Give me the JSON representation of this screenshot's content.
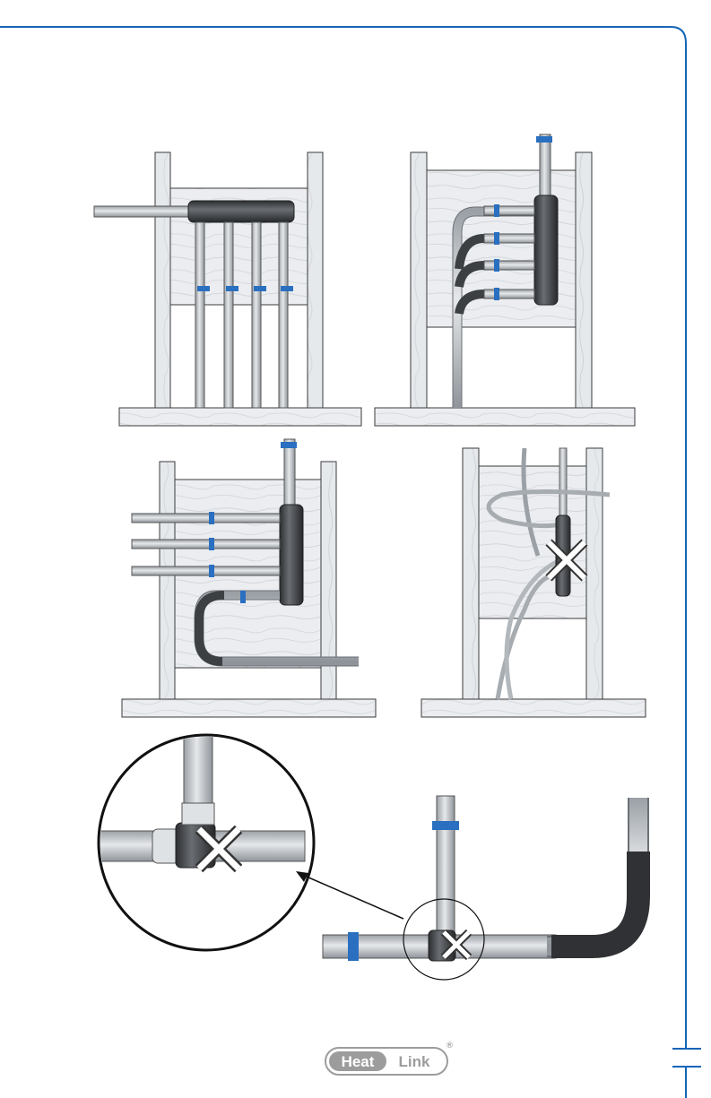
{
  "page": {
    "accent_color": "#1565b6",
    "clip_color": "#2a6fc0",
    "pipe_color": "#c8ccd0",
    "manifold_color": "#3f4246",
    "wood_color": "#e9ecef"
  },
  "figures": [
    {
      "name": "figure-manifold-horizontal-four-drops",
      "icon": "manifold-horizontal-illustration"
    },
    {
      "name": "figure-manifold-vertical-bent-lines",
      "icon": "manifold-vertical-illustration"
    },
    {
      "name": "figure-manifold-vertical-return-loop",
      "icon": "manifold-return-loop-illustration"
    },
    {
      "name": "figure-incorrect-tangled-tubing",
      "icon": "incorrect-install-x-icon"
    },
    {
      "name": "figure-incorrect-tee-detail",
      "icon": "incorrect-tee-x-icon"
    }
  ],
  "brand": {
    "logo_word_1": "Heat",
    "logo_word_2": "Link",
    "registered_mark": "®"
  }
}
